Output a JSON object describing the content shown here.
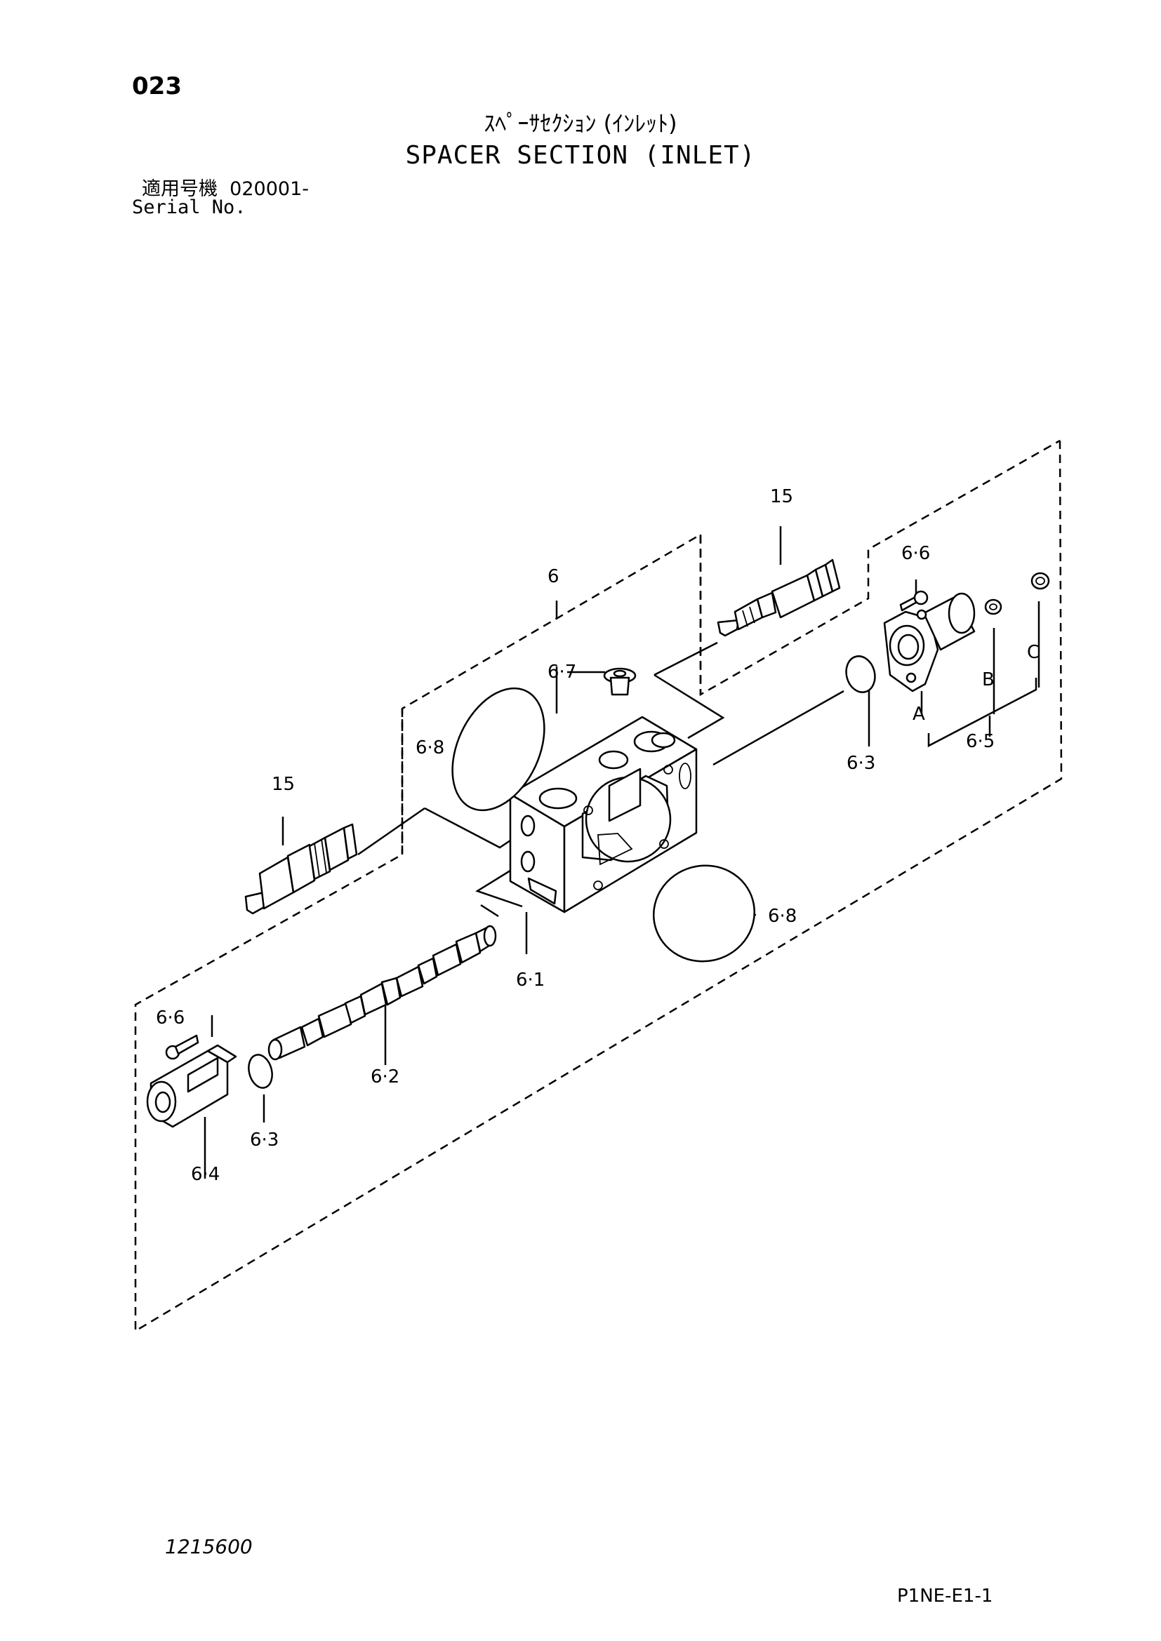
{
  "header": {
    "page_number": "023",
    "title_jp": "ｽﾍﾟｰｻｾｸｼｮﾝ (ｲﾝﾚｯﾄ)",
    "title_en": "SPACER SECTION (INLET)",
    "serial_label_jp": "適用号機",
    "serial_value": "020001-",
    "serial_label_en": "Serial No."
  },
  "footer": {
    "drawing_id": "1215600",
    "page_code": "P1NE-E1-1"
  },
  "callouts": {
    "c15_top": "15",
    "c15_left": "15",
    "c6": "6",
    "c6_6_top": "6·6",
    "c6_6_bottom": "6·6",
    "c6_7": "6·7",
    "c6_8_top": "6·8",
    "c6_8_bottom": "6·8",
    "c6_3_right": "6·3",
    "c6_3_left": "6·3",
    "c6_5": "6·5",
    "c6_1": "6·1",
    "c6_2": "6·2",
    "c6_4": "6·4",
    "cA": "A",
    "cB": "B",
    "cC": "C"
  }
}
